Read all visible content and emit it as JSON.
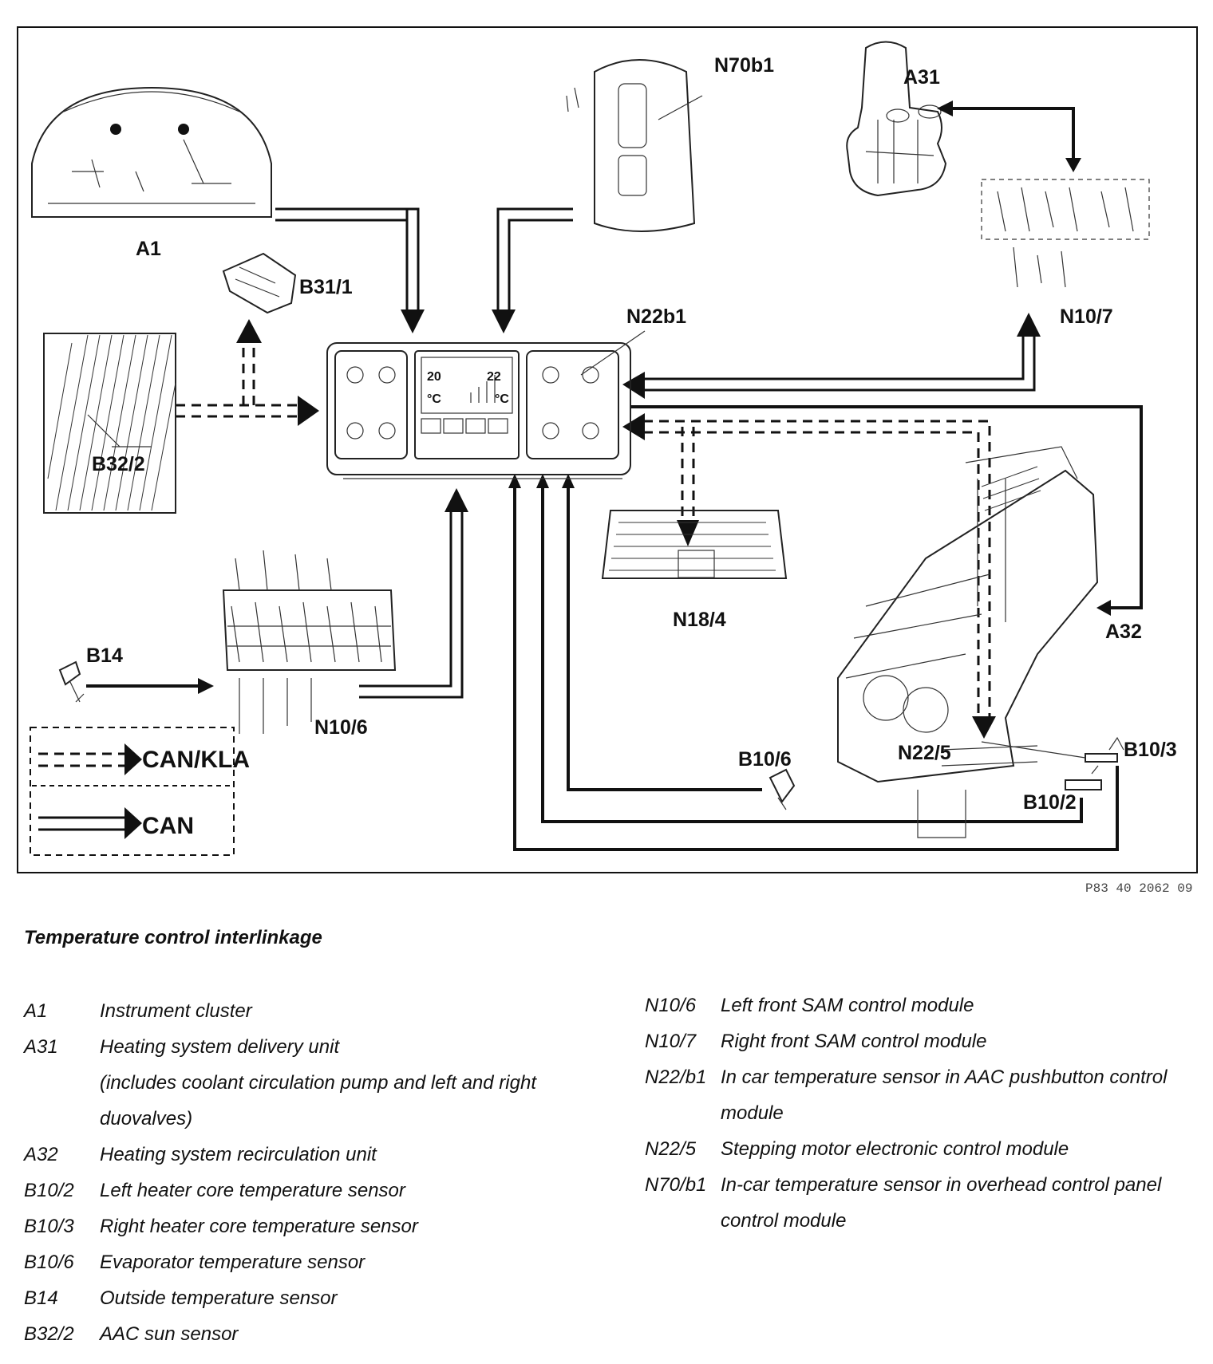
{
  "diagram": {
    "reference_code": "P83 40 2062 09",
    "labels": {
      "A1": "A1",
      "A31": "A31",
      "A32": "A32",
      "B10_2": "B10/2",
      "B10_3": "B10/3",
      "B10_6": "B10/6",
      "B14": "B14",
      "B31_1": "B31/1",
      "B32_2": "B32/2",
      "N10_6": "N10/6",
      "N10_7": "N10/7",
      "N18_4": "N18/4",
      "N22_5": "N22/5",
      "N22b1": "N22b1",
      "N70b1": "N70b1"
    },
    "display": {
      "left_temp": "20",
      "right_temp": "22",
      "unit": "°C"
    },
    "bus_legend": {
      "can_kla": "CAN/KLA",
      "can": "CAN"
    }
  },
  "caption": "Temperature control interlinkage",
  "legend_left": [
    {
      "code": "A1",
      "desc": "Instrument cluster"
    },
    {
      "code": "A31",
      "desc": "Heating system delivery unit"
    },
    {
      "code": "",
      "desc": "(includes coolant circulation pump and left and right duovalves)"
    },
    {
      "code": "A32",
      "desc": "Heating system recirculation unit"
    },
    {
      "code": "B10/2",
      "desc": "Left heater core temperature sensor"
    },
    {
      "code": "B10/3",
      "desc": "Right heater core temperature sensor"
    },
    {
      "code": "B10/6",
      "desc": "Evaporator temperature sensor"
    },
    {
      "code": "B14",
      "desc": "Outside temperature sensor"
    },
    {
      "code": "B32/2",
      "desc": "AAC sun sensor"
    }
  ],
  "legend_right": [
    {
      "code": "N10/6",
      "desc": "Left front SAM control module"
    },
    {
      "code": "N10/7",
      "desc": "Right front SAM control module"
    },
    {
      "code": "N22/b1",
      "desc": "In car temperature sensor in AAC pushbutton control module"
    },
    {
      "code": "N22/5",
      "desc": "Stepping motor electronic control module"
    },
    {
      "code": "N70/b1",
      "desc": "In-car temperature sensor in overhead control panel control module"
    }
  ]
}
